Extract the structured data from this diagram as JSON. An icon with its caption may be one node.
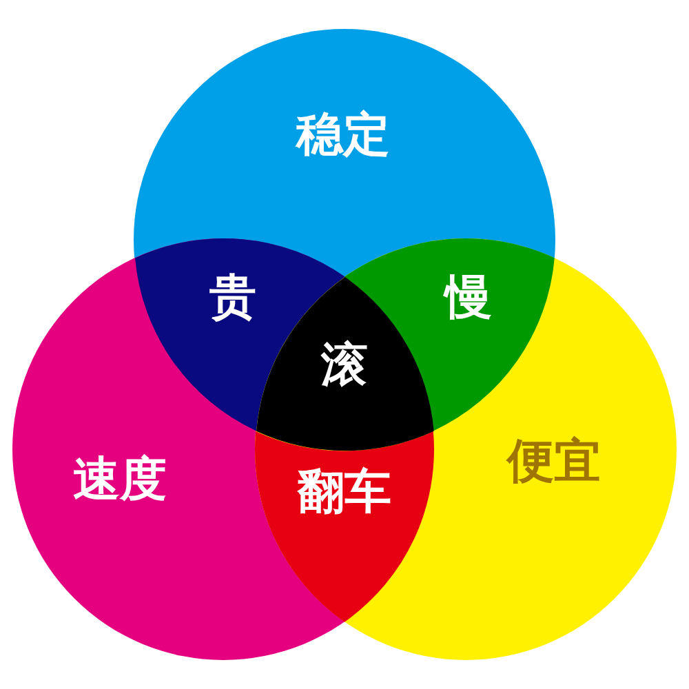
{
  "diagram": {
    "nodes": [
      {
        "text": [
          "稳定"
        ]
      },
      {
        "text": [
          "贵"
        ]
      },
      {
        "text": [
          "慢"
        ]
      },
      {
        "text": [
          "滚"
        ]
      },
      {
        "text": [
          "速度"
        ]
      },
      {
        "text": [
          "翻车"
        ]
      },
      {
        "text": [
          "便宜"
        ]
      }
    ]
  }
}
